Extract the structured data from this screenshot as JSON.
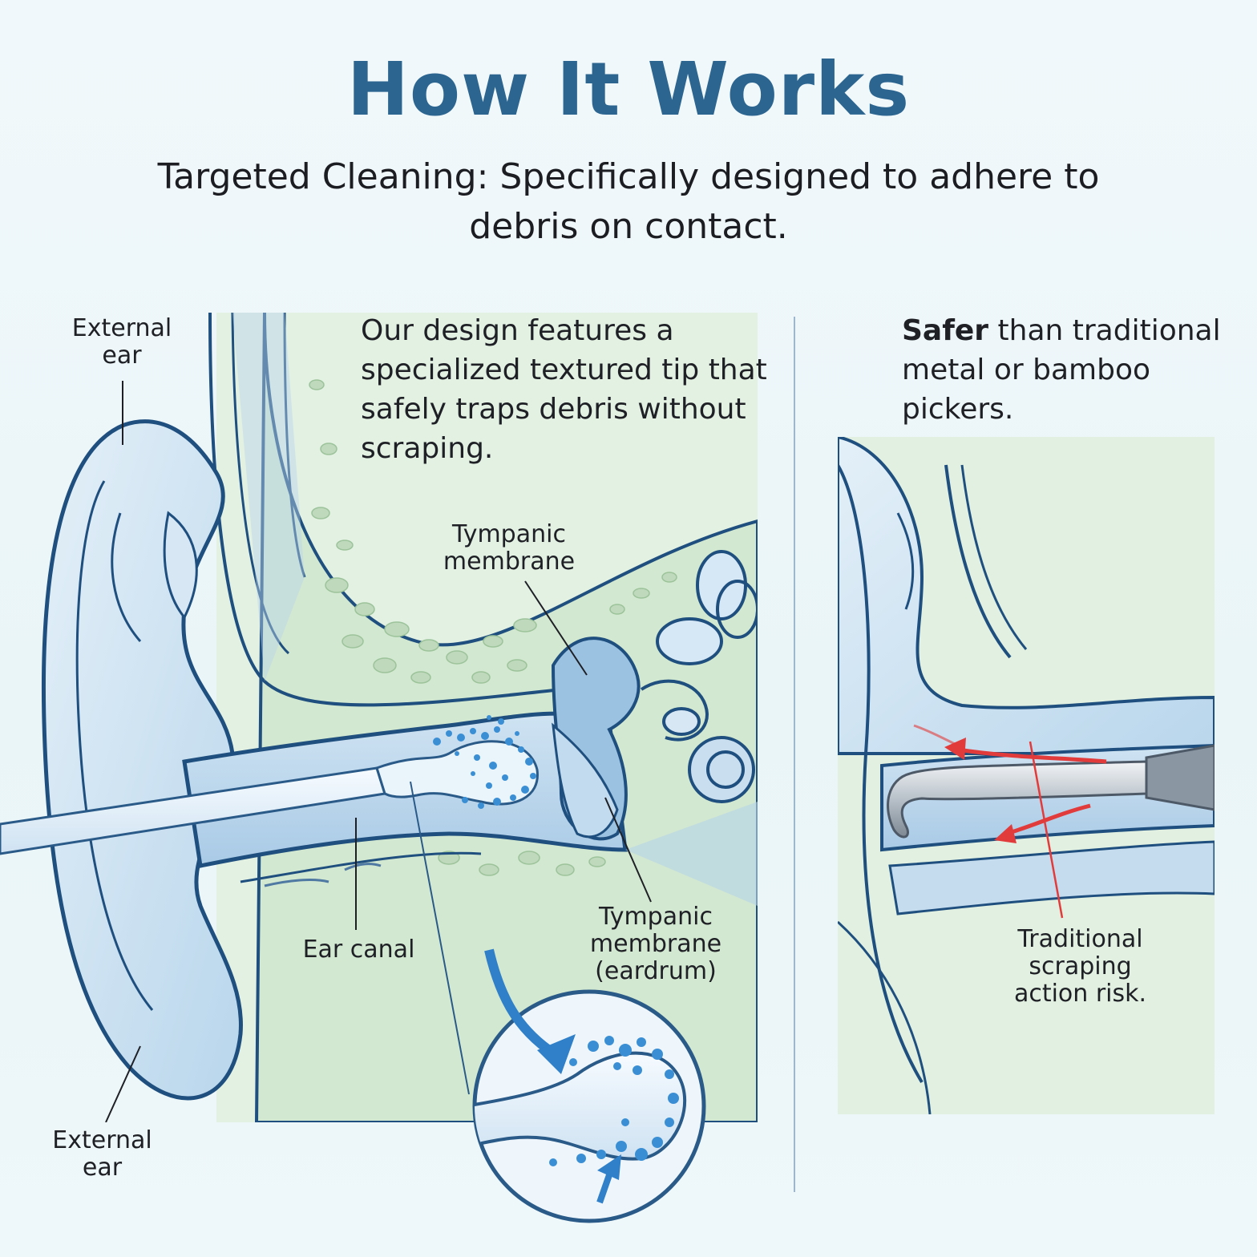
{
  "header": {
    "title": "How It Works",
    "subtitle": "Targeted Cleaning: Specifically designed to adhere to debris on contact."
  },
  "left_panel": {
    "description": "Our design features a specialized textured tip that safely traps debris without scraping.",
    "labels": {
      "external_ear_top": "External ear",
      "tympanic_membrane": "Tympanic membrane",
      "ear_canal": "Ear canal",
      "tympanic_membrane_eardrum": "Tympanic membrane (eardrum)",
      "external_ear_bottom": "External ear"
    }
  },
  "right_panel": {
    "description_bold": "Safer",
    "description_rest": " than traditional metal or bamboo pickers.",
    "risk_label": "Traditional scraping action risk."
  },
  "colors": {
    "title": "#2c6590",
    "outline": "#1f4f7e",
    "ear_fill": "#c8dff0",
    "bone_fill": "#d9ebd6",
    "debris": "#3a8fd4",
    "warning_arrow": "#e23b3b",
    "callout_arrow": "#2f7fc9"
  }
}
